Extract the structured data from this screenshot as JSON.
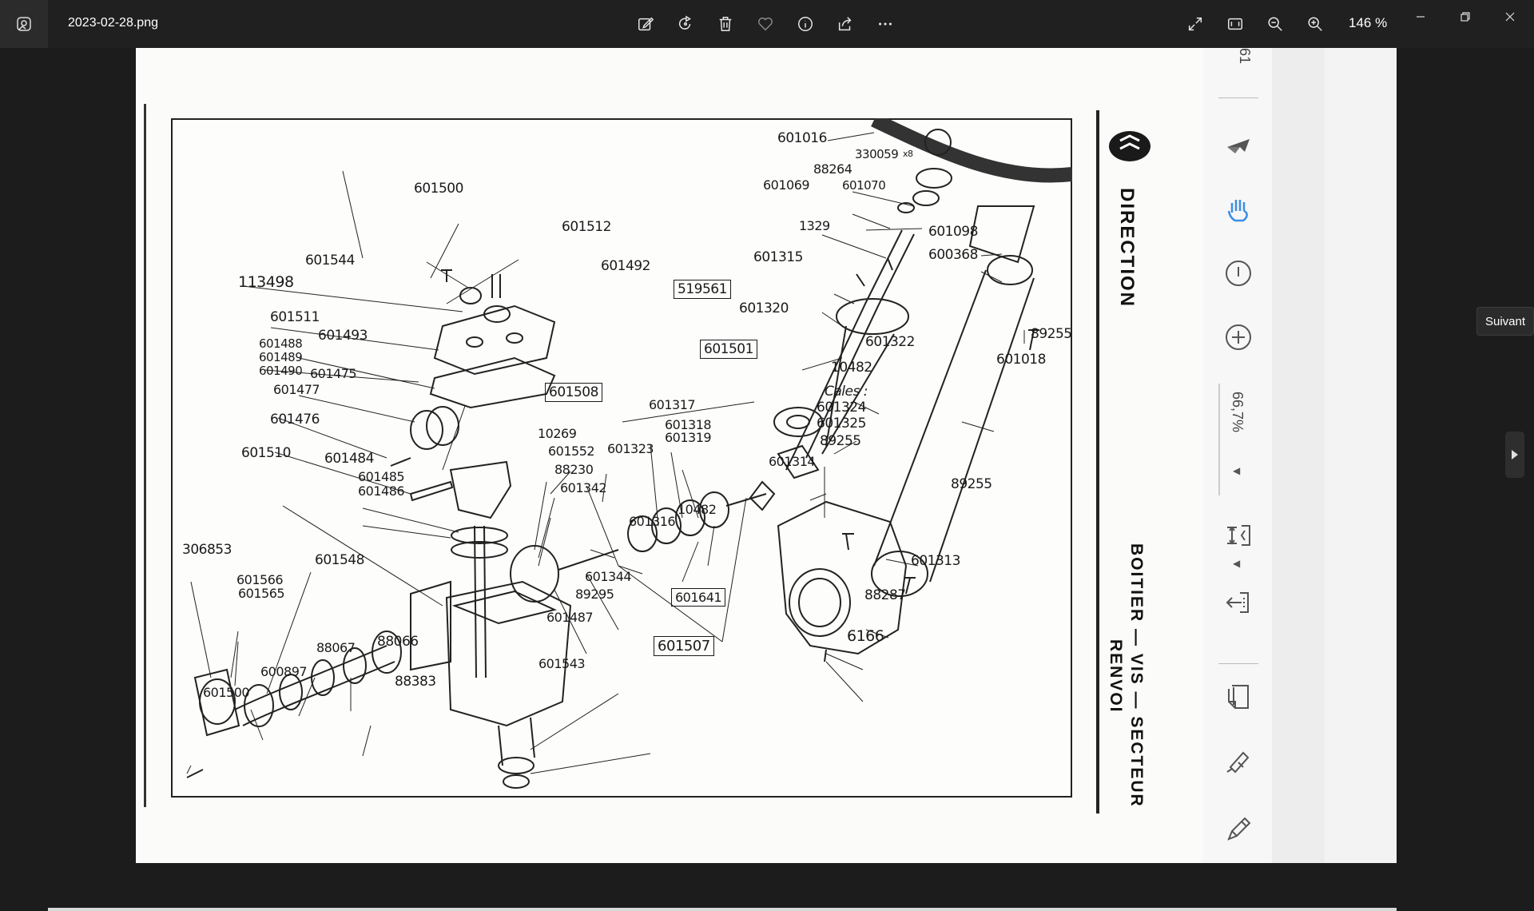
{
  "titlebar": {
    "file_name": "2023-02-28.png",
    "zoom_level": "146 %",
    "icons": [
      "photos-app-icon",
      "edit-icon",
      "rotate-icon",
      "delete-icon",
      "favorite-icon",
      "info-icon",
      "share-icon",
      "more-icon",
      "fullscreen-icon",
      "fit-icon",
      "zoom-out-icon",
      "zoom-in-icon",
      "minimize-icon",
      "maximize-icon",
      "close-icon"
    ]
  },
  "document": {
    "title_main": "DIRECTION",
    "title_sub1": "BOITIER — VIS — SECTEUR",
    "title_sub2": "RENVOI",
    "labels": {
      "l601016": "601016",
      "l330059": "330059",
      "l330059b": "x8",
      "l88264": "88264",
      "l601069": "601069",
      "l601070": "601070",
      "l1329": "1329",
      "l601098": "601098",
      "l600368": "600368",
      "l601315": "601315",
      "l519561": "519561",
      "l601320": "601320",
      "l601322": "601322",
      "l601501": "601501",
      "l10482a": "10482",
      "l89255a": "89255",
      "l601018": "601018",
      "lcales": "Cales :",
      "l601324": "601324",
      "l601325": "601325",
      "l89255b": "89255",
      "l601314": "601314",
      "l89255c": "89255",
      "l601313": "601313",
      "l88287": "88287",
      "l6166": "6166",
      "l601500": "601500",
      "l601512": "601512",
      "l601492": "601492",
      "l601544": "601544",
      "l113498": "113498",
      "l601511": "601511",
      "l601493": "601493",
      "l601488": "601488",
      "l601489": "601489",
      "l601490": "601490",
      "l601475": "601475",
      "l601477": "601477",
      "l601476": "601476",
      "l601508": "601508",
      "l601317": "601317",
      "l601318": "601318",
      "l601319": "601319",
      "l601323": "601323",
      "l10269": "10269",
      "l601552": "601552",
      "l88230": "88230",
      "l601342": "601342",
      "l601510": "601510",
      "l601484": "601484",
      "l601485": "601485",
      "l601486": "601486",
      "l601316": "601316",
      "l10482b": "10482",
      "l306853": "306853",
      "l601548": "601548",
      "l601566": "601566",
      "l601565": "601565",
      "l601344": "601344",
      "l89295": "89295",
      "l601641": "601641",
      "l601487": "601487",
      "l88067": "88067",
      "l88066": "88066",
      "l600897": "600897",
      "l601507": "601507",
      "l601543": "601543",
      "l88383": "88383",
      "l601500b": "601500"
    }
  },
  "right_panel": {
    "page_number": "61",
    "zoom": "66,7%",
    "tools": [
      "arrow-icon",
      "hand-icon",
      "info-icon",
      "add-icon",
      "fit-page-icon",
      "exit-icon",
      "note-icon",
      "highlighter-icon",
      "pen-icon"
    ]
  },
  "tooltip": "Suivant",
  "colors": {
    "titlebar": "#202020",
    "canvas": "#1c1c1c",
    "accent": "#3a8ee6"
  }
}
